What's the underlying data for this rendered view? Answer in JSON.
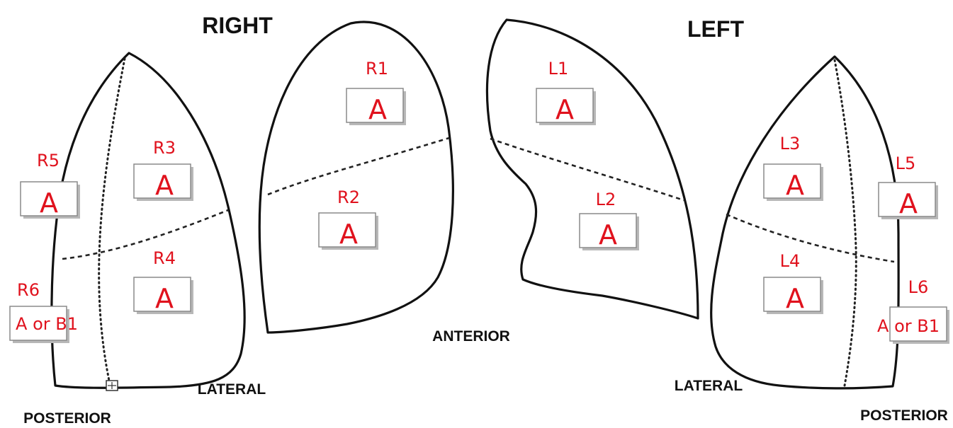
{
  "headings": {
    "right": "RIGHT",
    "left": "LEFT",
    "anterior": "ANTERIOR",
    "lateral_right": "LATERAL",
    "lateral_left": "LATERAL",
    "posterior_right": "POSTERIOR",
    "posterior_left": "POSTERIOR"
  },
  "zones": {
    "R1": {
      "label": "R1",
      "value": "A"
    },
    "R2": {
      "label": "R2",
      "value": "A"
    },
    "R3": {
      "label": "R3",
      "value": "A"
    },
    "R4": {
      "label": "R4",
      "value": "A"
    },
    "R5": {
      "label": "R5",
      "value": "A"
    },
    "R6": {
      "label": "R6",
      "value": "A or B1"
    },
    "L1": {
      "label": "L1",
      "value": "A"
    },
    "L2": {
      "label": "L2",
      "value": "A"
    },
    "L3": {
      "label": "L3",
      "value": "A"
    },
    "L4": {
      "label": "L4",
      "value": "A"
    },
    "L5": {
      "label": "L5",
      "value": "A"
    },
    "L6": {
      "label": "L6",
      "value": "A or B1"
    }
  },
  "colors": {
    "annotation": "#e0121d",
    "outline": "#111111"
  }
}
